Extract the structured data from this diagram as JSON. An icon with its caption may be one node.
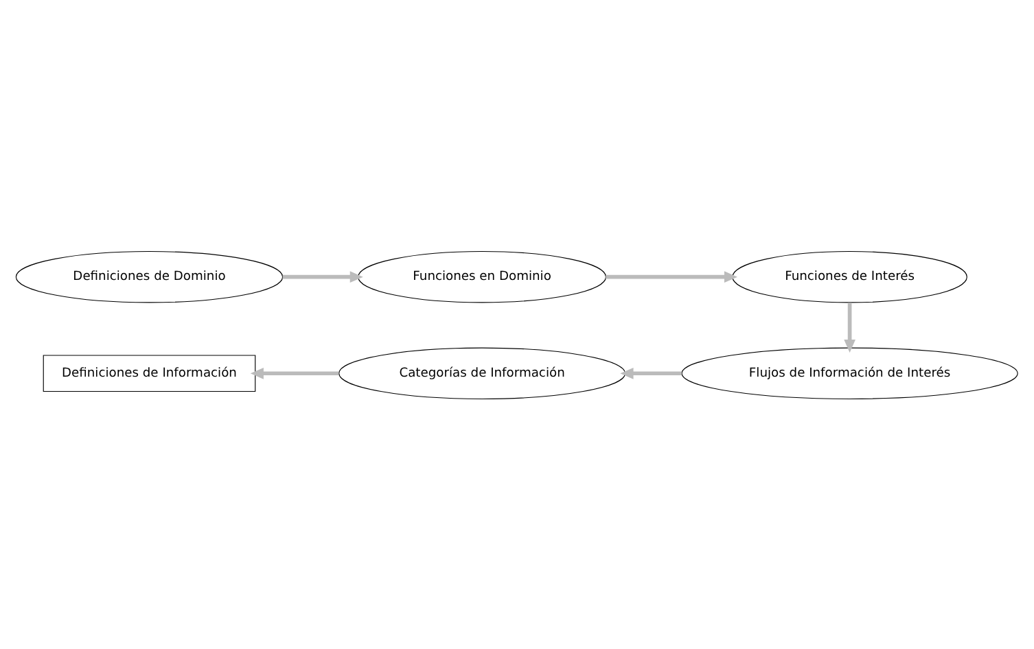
{
  "diagram": {
    "nodes": [
      {
        "text": [
          "Definiciones de Dominio"
        ]
      },
      {
        "text": [
          "Funciones en Dominio"
        ]
      },
      {
        "text": [
          "Funciones de Interés"
        ]
      },
      {
        "text": [
          "Flujos de Información de Interés"
        ]
      },
      {
        "text": [
          "Categorías de Información"
        ]
      },
      {
        "text": [
          "Definiciones de Información"
        ]
      }
    ],
    "edges": [
      {
        "from": 0,
        "to": 1,
        "arrow": "to"
      },
      {
        "from": 1,
        "to": 2,
        "arrow": "to"
      },
      {
        "from": 2,
        "to": 3,
        "arrow": "to"
      },
      {
        "from": 3,
        "to": 4,
        "arrow": "to"
      },
      {
        "from": 4,
        "to": 5,
        "arrow": "to"
      }
    ]
  }
}
